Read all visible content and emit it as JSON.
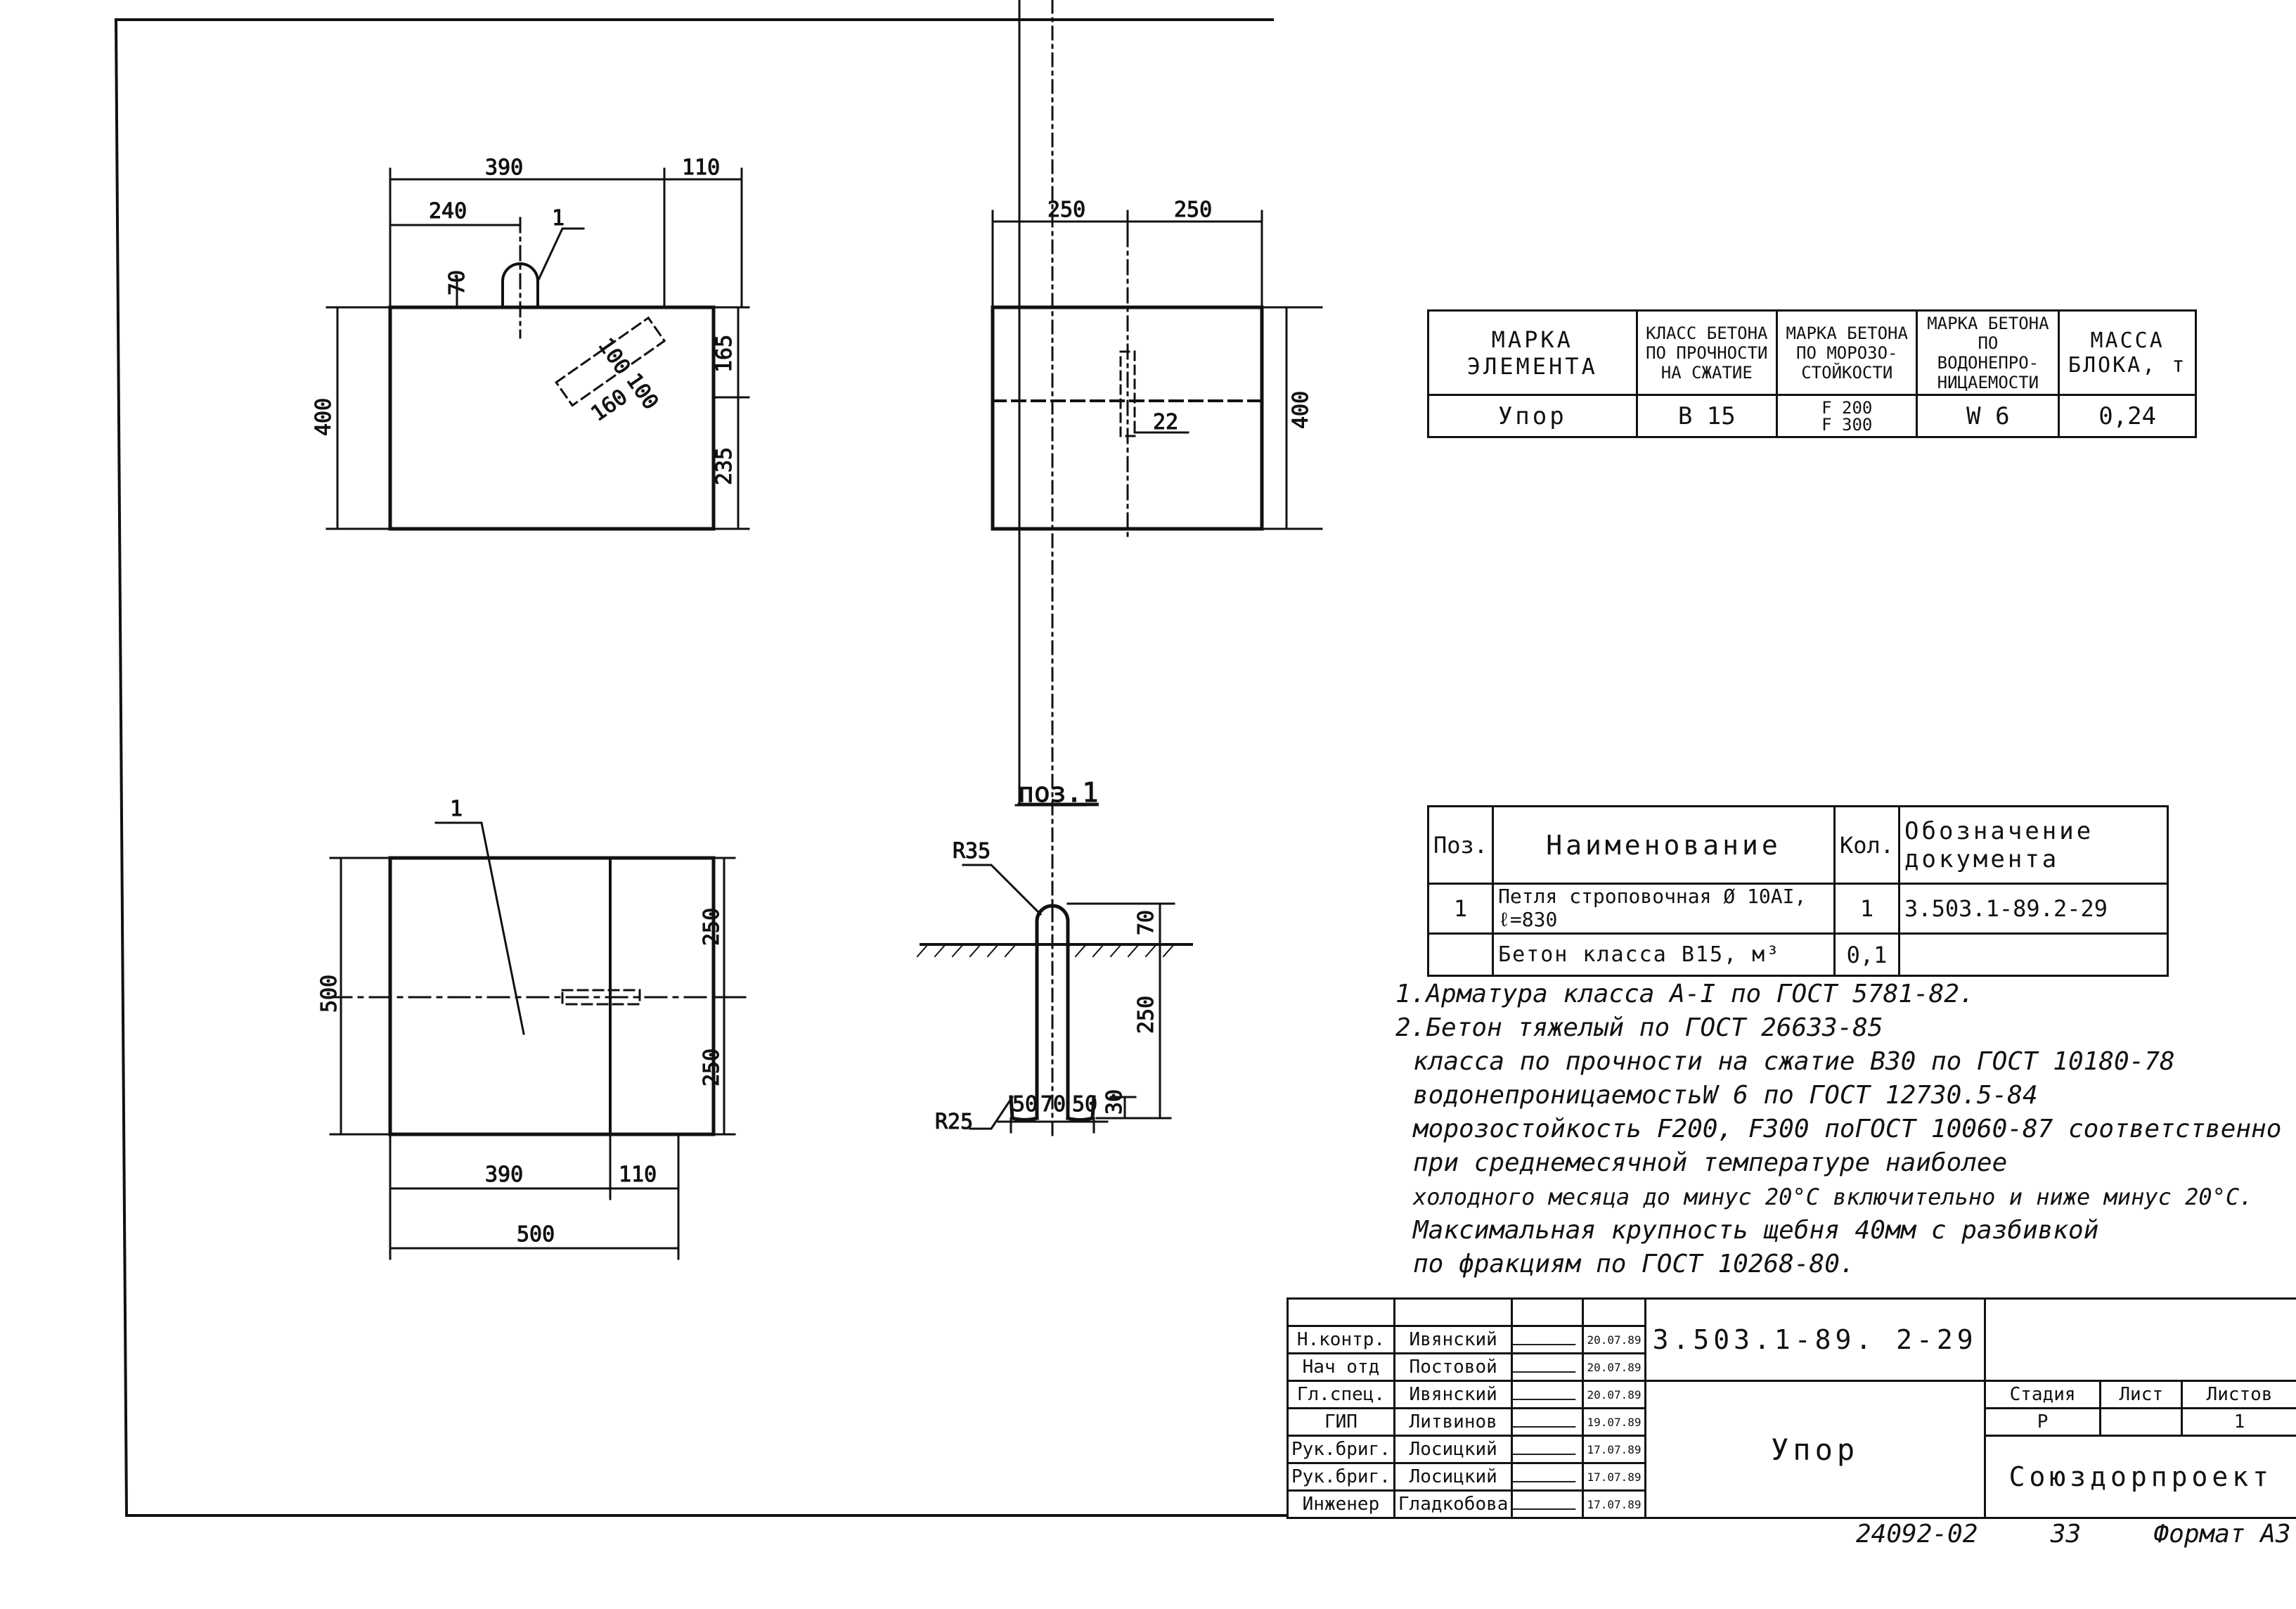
{
  "props_table": {
    "headers": [
      "МАРКА ЭЛЕМЕНТА",
      "КЛАСС БЕТОНА ПО ПРОЧНОСТИ НА СЖАТИЕ",
      "МАРКА БЕТОНА ПО МОРОЗО-СТОЙКОСТИ",
      "МАРКА БЕТОНА ПО ВОДОНЕПРО-НИЦАЕМОСТИ",
      "МАССА БЛОКА, т"
    ],
    "row": {
      "mark": "Упор",
      "strength": "B 15",
      "frost_1": "F 200",
      "frost_2": "F 300",
      "water": "W 6",
      "mass": "0,24"
    }
  },
  "spec_table": {
    "headers": [
      "Поз.",
      "Наименование",
      "Кол.",
      "Обозначение документа"
    ],
    "rows": [
      {
        "pos": "1",
        "name": "Петля строповочная Ø 10АI, ℓ=830",
        "qty": "1",
        "doc": "3.503.1-89.2-29"
      },
      {
        "pos": "",
        "name": "Бетон класса B15, м³",
        "qty": "0,1",
        "doc": ""
      }
    ]
  },
  "notes": [
    "1.Арматура класса А-I по ГОСТ 5781-82.",
    "2.Бетон тяжелый по ГОСТ 26633-85",
    "класса по прочности на сжатие В30 по ГОСТ 10180-78",
    "водонепроницаемостьW 6 по ГОСТ 12730.5-84",
    "морозостойкость F200, F300 поГОСТ 10060-87 соответственно",
    "при среднемесячной температуре наиболее",
    "холодного месяца до минус 20°С включительно и ниже минус 20°С.",
    "Максимальная крупность щебня 40мм с разбивкой",
    "по фракциям по ГОСТ 10268-80."
  ],
  "detail_title": "поз.1",
  "dims": {
    "v1_390": "390",
    "v1_110": "110",
    "v1_240": "240",
    "v1_70": "70",
    "v1_400": "400",
    "v1_165": "165",
    "v1_235": "235",
    "v1_100a": "100",
    "v1_100b": "100",
    "v1_160": "160",
    "v1_pos": "1",
    "v2_250a": "250",
    "v2_250b": "250",
    "v2_400": "400",
    "v2_22": "22",
    "v3_500v": "500",
    "v3_250a": "250",
    "v3_250b": "250",
    "v3_390": "390",
    "v3_110": "110",
    "v3_500h": "500",
    "v3_pos": "1",
    "d_r35": "R35",
    "d_r25": "R25",
    "d_70": "70",
    "d_250": "250",
    "d_30": "30",
    "d_50a": "50",
    "d_70b": "70",
    "d_50b": "50"
  },
  "title_block": {
    "code": "3.503.1-89. 2-29",
    "name": "Упор",
    "org": "Союздорпроект",
    "stage_h": "Стадия",
    "sheet_h": "Лист",
    "sheets_h": "Листов",
    "stage": "Р",
    "sheet": "",
    "sheets": "1",
    "staff": [
      {
        "role": "Н.контр.",
        "name": "Ивянский",
        "date": "20.07.89"
      },
      {
        "role": "Нач отд",
        "name": "Постовой",
        "date": "20.07.89"
      },
      {
        "role": "Гл.спец.",
        "name": "Ивянский",
        "date": "20.07.89"
      },
      {
        "role": "ГИП",
        "name": "Литвинов",
        "date": "19.07.89"
      },
      {
        "role": "Рук.бриг.",
        "name": "Лосицкий",
        "date": "17.07.89"
      },
      {
        "role": "Рук.бриг.",
        "name": "Лосицкий",
        "date": "17.07.89"
      },
      {
        "role": "Инженер",
        "name": "Гладкобова",
        "date": "17.07.89"
      }
    ]
  },
  "footer": {
    "inv": "24092-02",
    "num": "33",
    "format": "Формат А3"
  }
}
